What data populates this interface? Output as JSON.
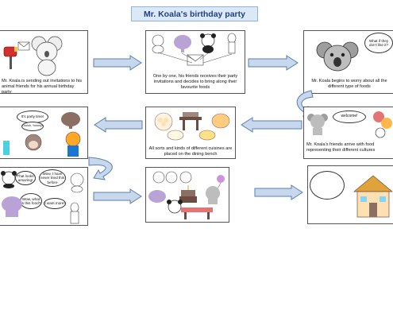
{
  "title": "Mr. Koala's birthday party",
  "panels": [
    {
      "caption": "Mr. Koala is sending out invitations to his animal friends for his annual birthday party"
    },
    {
      "caption": "One by one, his friends receives their party invitations and decides to bring along their favourite foods"
    },
    {
      "caption": "Mr. Koala begins to worry about all the different type of foods",
      "bubble": "What if they don't like it?"
    },
    {
      "caption": "Mr. Koala's friends arrive with food representing their different cultures",
      "bubble": "welcome!"
    },
    {
      "caption": "All sorts and kinds of different cuisines are placed on the dining bench"
    },
    {
      "bubbles": [
        "It's party time!",
        "Ooooh, Yummy!"
      ]
    },
    {
      "bubbles": [
        "That looks amazing!",
        "Wow, I have never tried this before",
        "Wow, what is this food?",
        "I want more!"
      ]
    },
    {},
    {}
  ],
  "colors": {
    "arrow_fill": "#c7d7ec",
    "arrow_stroke": "#5b7fb0",
    "title_bg": "#dbe9f7",
    "title_text": "#1f3f86"
  }
}
